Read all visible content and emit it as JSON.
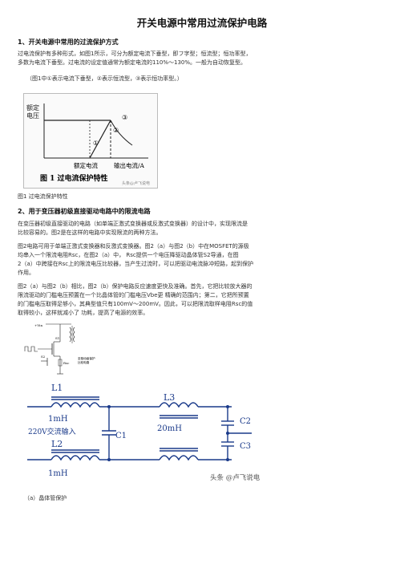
{
  "title": "开关电源中常用过流保护电路",
  "section1": {
    "heading": "1、开关电源中常用的过流保护方式",
    "para1_line1": "过电流保护有多种形式，如图1所示，可分为额定电流下垂型，即フ字型；恒流型；恒功率型，",
    "para1_line2": "多数为电流下垂型。过电流的设定值通常为额定电流的110%～130%。一般为自动恢复型。",
    "note": "（图1中①表示电流下垂型，②表示恒流型，③表示恒功率型。）"
  },
  "figure1": {
    "ylabel_line1": "额定",
    "ylabel_line2": "电压",
    "marker1": "①",
    "marker2": "②",
    "marker3": "③",
    "xlabel1": "额定电流",
    "xlabel2": "输出电流/A",
    "inner_caption": "图 1   过电流保护特性",
    "watermark": "头条@卢飞说电",
    "caption": "图1 过电流保护特性"
  },
  "section2": {
    "heading": "2、用于变压器初级直接驱动电路中的限流电路",
    "para1_line1": "在变压器初级直接驱动的电路（如单端正激式变换器或反激式变换器）的设计中，实现限流是",
    "para1_line2": "比较容易的。图2是在这样的电路中实现限流的两种方法。",
    "para2_line1": "图2电路可用于单端正激式变换器和反激式变换器。图2（a）与图2（b）中在MOSFET的源极",
    "para2_line2": "均串入一个限流电阻Rsc，在图2（a）中， Rsc提供一个电压降驱动晶体管S2导通，在图",
    "para2_line3": "2（a）中跨接在Rsc上的限流电压比较器，当产生过流时，可以把驱动电流脉冲短路，起到保护",
    "para2_line4": "作用。",
    "para3_line1": "图2（a）与图2（b）相比，图2（b）保护电路反应速度更快及准确。首先，它把比较放大器的",
    "para3_line2": "限流驱动的门槛电压预置在一个比晶体管的门槛电压Vbe更 精确的范围内；第二，它把所预置",
    "para3_line3": "的门槛电压取得足够小，其典型值只有100mV～200mV。因此，可以把限流取样电阻Rsc的值",
    "para3_line4": "取得较小，这样就减小了 功耗，提高了电源的效率。"
  },
  "figure2": {
    "label_vin": "+Vin",
    "label_s1": "S1",
    "label_s2": "S2",
    "label_rsc": "Rsc",
    "label_note_line1": "至驱动级保护",
    "label_note_line2": "比较电路"
  },
  "figure3": {
    "L1": "L1",
    "L1_val": "1mH",
    "L2": "L2",
    "L2_val": "1mH",
    "L3": "L3",
    "L3_val": "20mH",
    "C1": "C1",
    "C2": "C2",
    "C3": "C3",
    "input": "220V交流输入",
    "watermark": "头条 @卢飞说电"
  },
  "caption_a": "（a）晶体管保护",
  "colors": {
    "wire": "#1a3a8a",
    "text": "#333333"
  }
}
